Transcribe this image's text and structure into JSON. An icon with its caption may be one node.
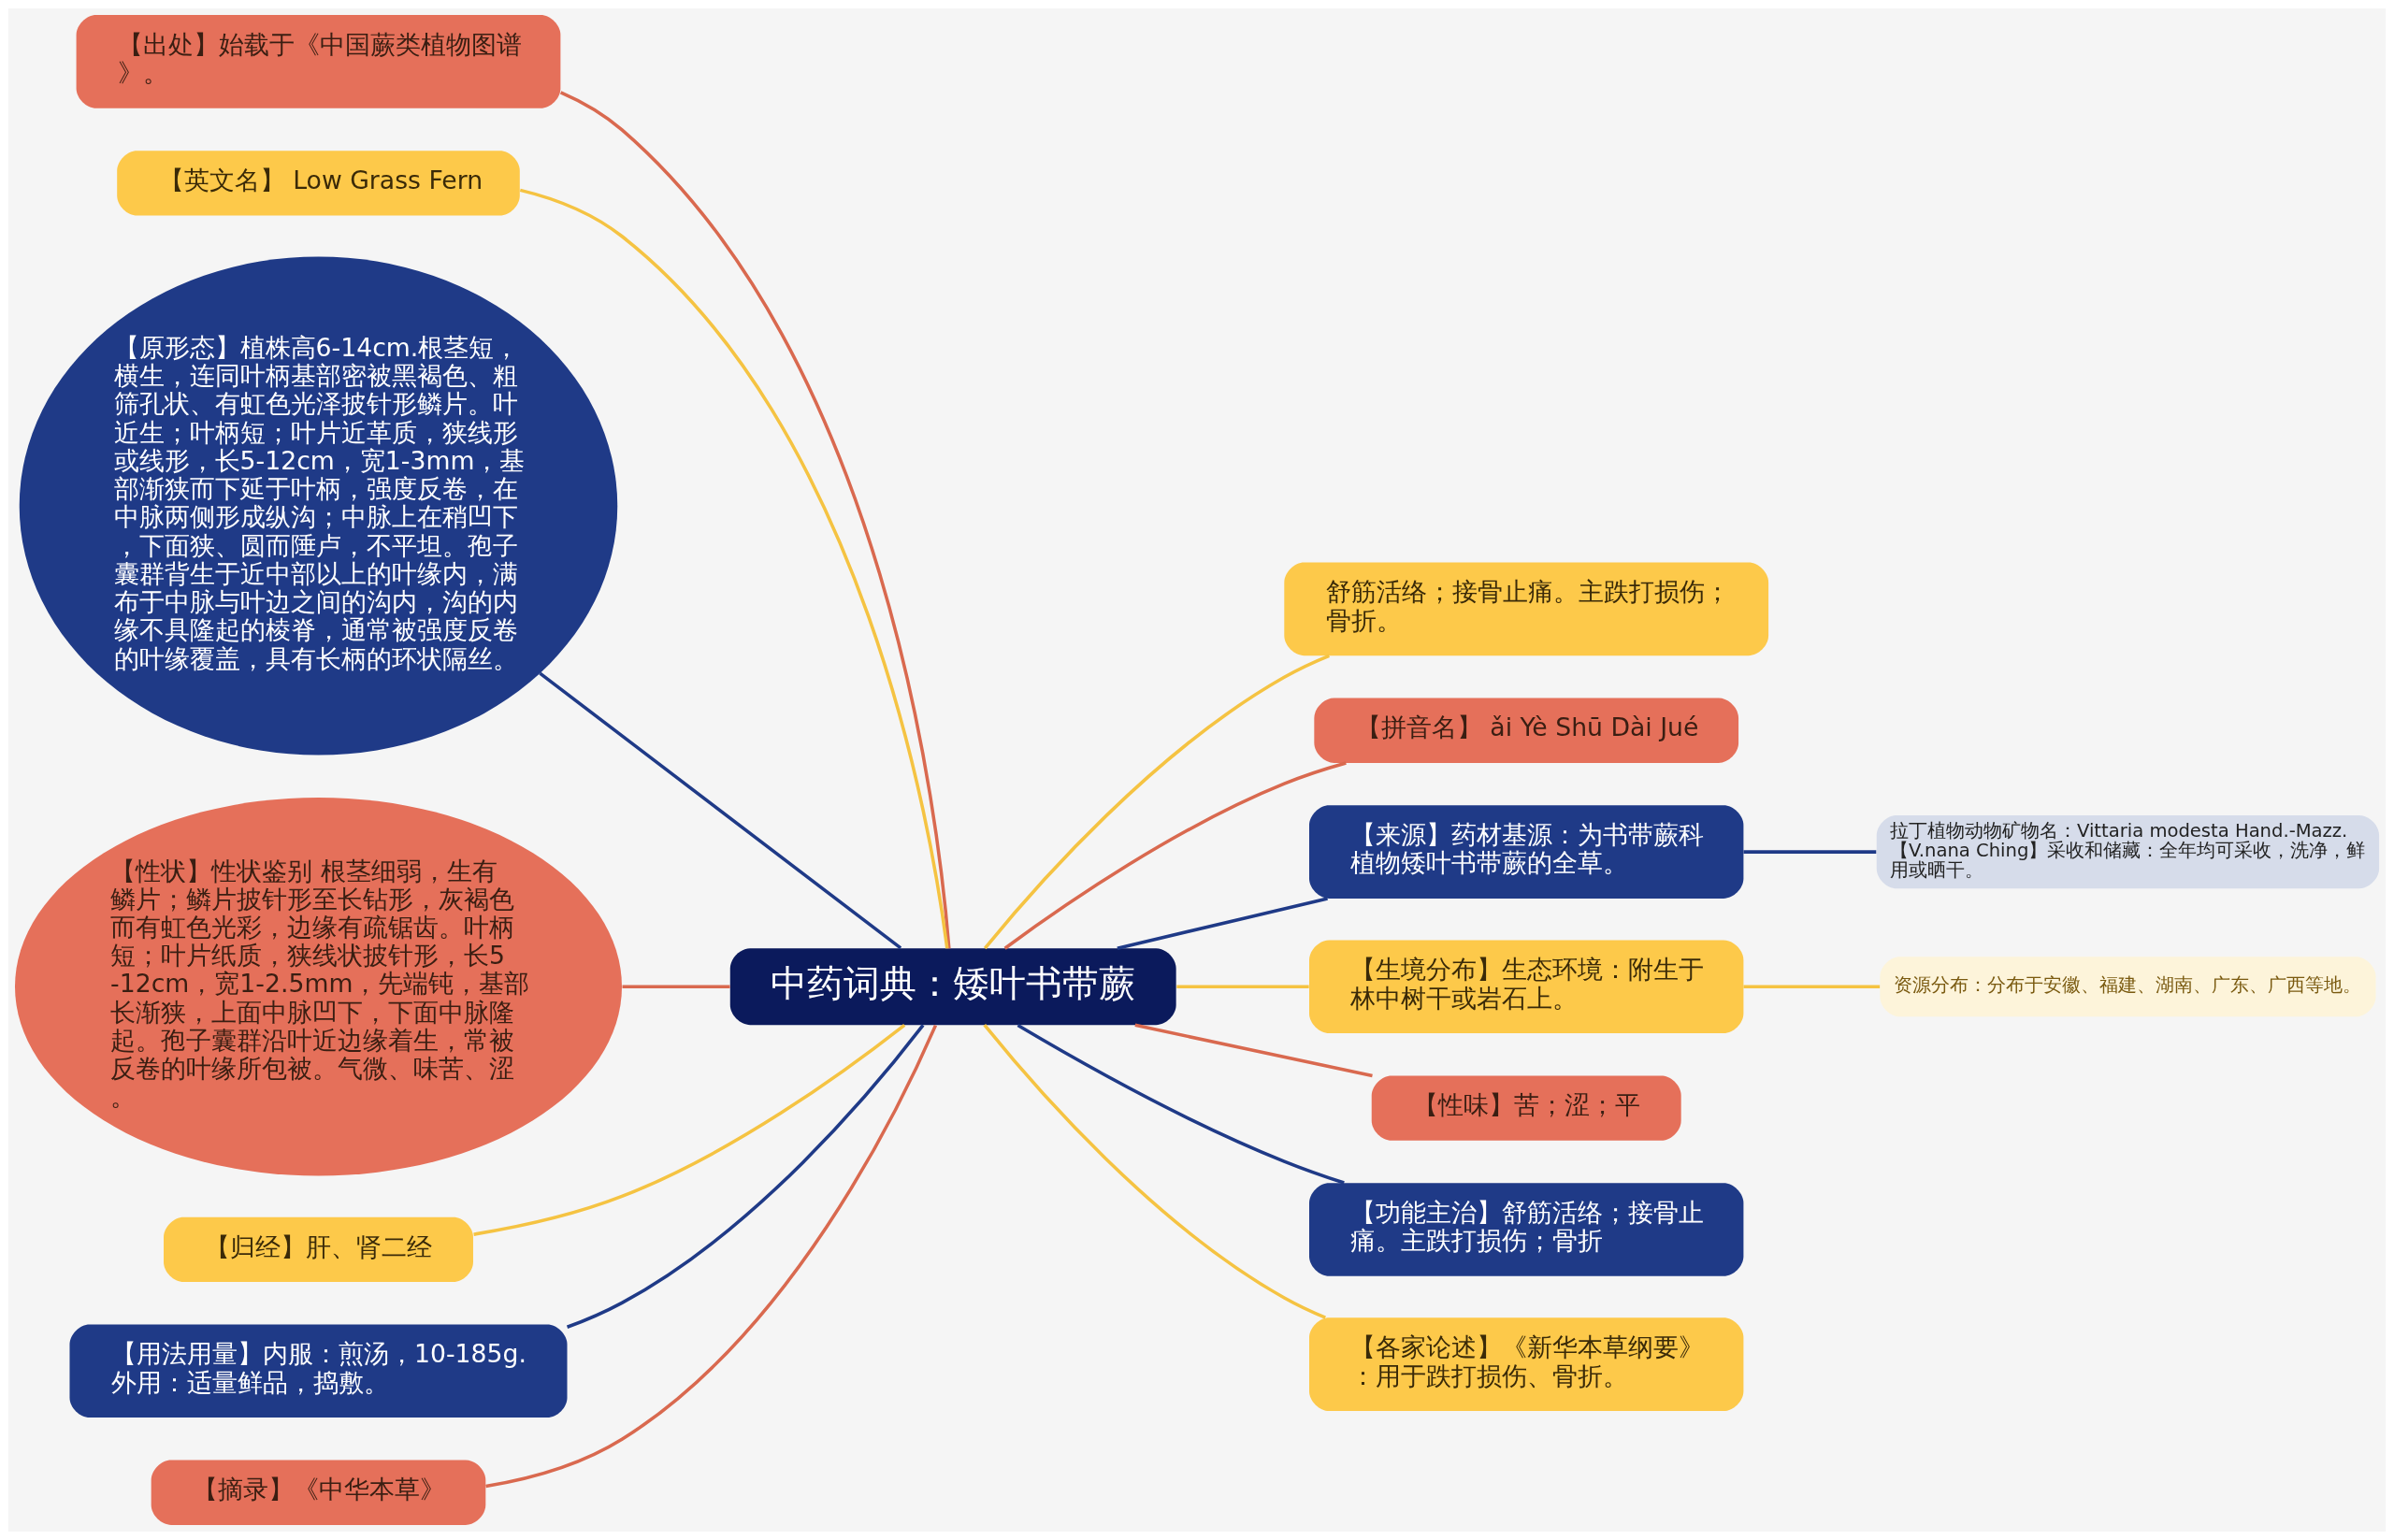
{
  "diagram": {
    "nodes": [
      {
        "text": [
          "中药词典：矮叶书带蕨"
        ]
      },
      {
        "text": [
          "【出处】始载于《中国蕨类植物图谱》。"
        ]
      },
      {
        "text": [
          "【英文名】 Low Grass Fern"
        ]
      },
      {
        "text": [
          "【原形态】植株高6-14cm.根茎短，横生，连同叶柄基部密被黑褐色、粗筛孔状、有虹色光泽披针形鳞片。叶近生；叶柄短；叶片近革质，狭线形或线形，长5-12cm，宽1-3mm，基部渐狭而下延于叶柄，强度反卷，在中脉两侧形成纵沟；中脉上在稍凹下，下面狭、圆而陲卢，不平坦。孢子囊群背生于近中部以上的叶缘内，满布于中脉与叶边之间的沟内，沟的内缘不具隆起的棱脊，通常被强度反卷的叶缘覆盖，具有长柄的环状隔丝。"
        ]
      },
      {
        "text": [
          "【性状】性状鉴别 根茎细弱，生有鳞片；鳞片披针形至长钻形，灰褐色而有虹色光彩，边缘有疏锯齿。叶柄短；叶片纸质，狭线状披针形，长5-12cm，宽1-2.5mm，先端钝，基部长渐狭，上面中脉凹下，下面中脉隆起。孢子囊群沿叶近边缘着生，常被反卷的叶缘所包被。气微、味苦、涩。"
        ]
      },
      {
        "text": [
          "【归经】肝、肾二经"
        ]
      },
      {
        "text": [
          "【用法用量】内服：煎汤，10-185g.外用：适量鲜品，捣敷。"
        ]
      },
      {
        "text": [
          "【摘录】《中华本草》"
        ]
      },
      {
        "text": [
          "舒筋活络；接骨止痛。主跌打损伤；骨折。"
        ]
      },
      {
        "text": [
          "【拼音名】 ǎi Yè Shū Dài Jué"
        ]
      },
      {
        "text": [
          "【来源】药材基源：为书带蕨科植物矮叶书带蕨的全草。"
        ]
      },
      {
        "text": [
          "拉丁植物动物矿物名：Vittaria modesta Hand.-Mazz.【V.nana Ching】采收和储藏：全年均可采收，洗净，鲜用或晒干。"
        ]
      },
      {
        "text": [
          "【生境分布】生态环境：附生于林中树干或岩石上。"
        ]
      },
      {
        "text": [
          "资源分布：分布于安徽、福建、湖南、广东、广西等地。"
        ]
      },
      {
        "text": [
          "【性味】苦；涩；平"
        ]
      },
      {
        "text": [
          "【功能主治】舒筋活络；接骨止痛。主跌打损伤；骨折"
        ]
      },
      {
        "text": [
          "【各家论述】《新华本草纲要》：用于跌打损伤、骨折。"
        ]
      }
    ],
    "edges": [
      {
        "from": 0,
        "to": 1,
        "arrow": "none",
        "color": "#d9694f"
      },
      {
        "from": 0,
        "to": 2,
        "arrow": "none",
        "color": "#f5c342"
      },
      {
        "from": 0,
        "to": 3,
        "arrow": "none",
        "color": "#1f3a87"
      },
      {
        "from": 0,
        "to": 4,
        "arrow": "none",
        "color": "#d9694f"
      },
      {
        "from": 0,
        "to": 5,
        "arrow": "none",
        "color": "#f5c342"
      },
      {
        "from": 0,
        "to": 6,
        "arrow": "none",
        "color": "#1f3a87"
      },
      {
        "from": 0,
        "to": 7,
        "arrow": "none",
        "color": "#d9694f"
      },
      {
        "from": 0,
        "to": 8,
        "arrow": "none",
        "color": "#f5c342"
      },
      {
        "from": 0,
        "to": 9,
        "arrow": "none",
        "color": "#d9694f"
      },
      {
        "from": 0,
        "to": 10,
        "arrow": "none",
        "color": "#1f3a87"
      },
      {
        "from": 10,
        "to": 11,
        "arrow": "none",
        "color": "#1f3a87"
      },
      {
        "from": 0,
        "to": 12,
        "arrow": "none",
        "color": "#f5c342"
      },
      {
        "from": 12,
        "to": 13,
        "arrow": "none",
        "color": "#f5c342"
      },
      {
        "from": 0,
        "to": 14,
        "arrow": "none",
        "color": "#d9694f"
      },
      {
        "from": 0,
        "to": 15,
        "arrow": "none",
        "color": "#1f3a87"
      },
      {
        "from": 0,
        "to": 16,
        "arrow": "none",
        "color": "#f5c342"
      }
    ]
  }
}
